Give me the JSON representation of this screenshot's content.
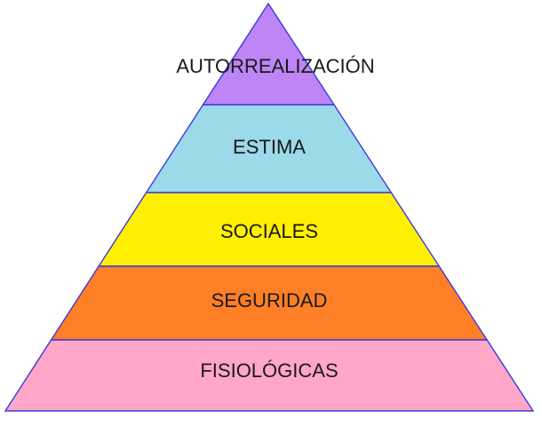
{
  "pyramid": {
    "levels": [
      {
        "label": "AUTORREALIZACIÓN",
        "color": "#bd85f6"
      },
      {
        "label": "ESTIMA",
        "color": "#9cd9e9"
      },
      {
        "label": "SOCIALES",
        "color": "#ffef00"
      },
      {
        "label": "SEGURIDAD",
        "color": "#ff7f27"
      },
      {
        "label": "FISIOLÓGICAS",
        "color": "#ffa6c9"
      }
    ],
    "outline_color": "#3b3bd9"
  }
}
